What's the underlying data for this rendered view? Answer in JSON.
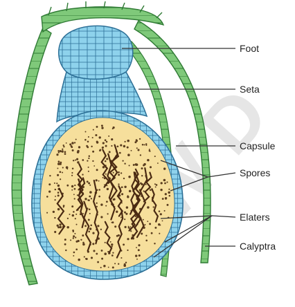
{
  "diagram": {
    "labels": {
      "foot": "Foot",
      "seta": "Seta",
      "capsule": "Capsule",
      "spores": "Spores",
      "elaters": "Elaters",
      "calyptra": "Calyptra"
    },
    "watermark": "W D",
    "colors": {
      "calyptra_fill": "#7fc97a",
      "calyptra_stroke": "#2f7a34",
      "foot_seta_fill": "#8ed2ec",
      "foot_seta_stroke": "#2c6f96",
      "capsule_fill": "#f6df9c",
      "spore": "#5a3d1e",
      "elater": "#4a2a12",
      "leader_line": "#333333"
    }
  }
}
